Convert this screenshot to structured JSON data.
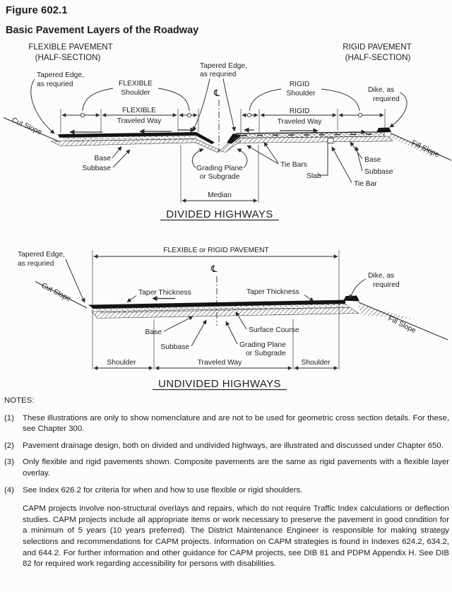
{
  "figure": {
    "label": "Figure 602.1",
    "title": "Basic Pavement Layers of the Roadway"
  },
  "divided": {
    "header_left_1": "FLEXIBLE PAVEMENT",
    "header_left_2": "(HALF-SECTION)",
    "header_right_1": "RIGID PAVEMENT",
    "header_right_2": "(HALF-SECTION)",
    "tapered_edge_left_1": "Tapered Edge,",
    "tapered_edge_left_2": "as requried",
    "tapered_edge_center_1": "Tapered Edge,",
    "tapered_edge_center_2": "as requried",
    "centerline_symbol": "℄",
    "flexible_shoulder_1": "FLEXIBLE",
    "flexible_shoulder_2": "Shoulder",
    "flexible_traveled_1": "FLEXIBLE",
    "flexible_traveled_2": "Traveled Way",
    "rigid_shoulder_1": "RIGID",
    "rigid_shoulder_2": "Shoulder",
    "rigid_traveled_1": "RIGID",
    "rigid_traveled_2": "Traveled Way",
    "dike_1": "Dike, as",
    "dike_2": "required",
    "cut_slope": "Cut Slope",
    "fill_slope": "Fill Slope",
    "base_left": "Base",
    "subbase_left": "Subbase",
    "grading_plane_1": "Grading Plane",
    "grading_plane_2": "or Subgrade",
    "tie_bars": "Tie Bars",
    "slab": "Slab",
    "base_right": "Base",
    "subbase_right": "Subbase",
    "tie_bar": "Tie Bar",
    "median": "Median",
    "title": "DIVIDED HIGHWAYS"
  },
  "undivided": {
    "tapered_edge_1": "Tapered Edge,",
    "tapered_edge_2": "as requried",
    "pavement_span": "FLEXIBLE or RIGID PAVEMENT",
    "centerline_symbol": "℄",
    "taper_thickness_left": "Taper Thickness",
    "taper_thickness_right": "Taper Thickness",
    "dike_1": "Dike, as",
    "dike_2": "required",
    "cut_slope": "Cut Slope",
    "fill_slope": "Fill Slope",
    "base": "Base",
    "subbase": "Subbase",
    "surface_course": "Surface Course",
    "grading_plane_1": "Grading Plane",
    "grading_plane_2": "or Subgrade",
    "shoulder_left": "Shoulder",
    "traveled_way": "Traveled Way",
    "shoulder_right": "Shoulder",
    "title": "UNDIVIDED HIGHWAYS"
  },
  "notes": {
    "heading": "NOTES:",
    "items": [
      {
        "num": "(1)",
        "text": "These illustrations are only to show nomenclature and are not to be used for geometric cross section details.  For these, see Chapter 300."
      },
      {
        "num": "(2)",
        "text": "Pavement drainage design, both on divided and undivided highways, are illustrated and discussed under Chapter 650."
      },
      {
        "num": "(3)",
        "text": "Only flexible and rigid pavements shown.  Composite pavements are the same as rigid pavements with a flexible layer overlay."
      },
      {
        "num": "(4)",
        "text": "See Index 626.2 for criteria for when and how to use flexible or rigid shoulders."
      }
    ],
    "capm_paragraph": "CAPM projects involve non-structural overlays and repairs, which do not require Traffic Index calculations or deflection studies.  CAPM projects include all appropriate items or work necessary to preserve the pavement in good condition for a minimum of 5 years (10 years preferred).  The District Maintenance Engineer is responsible for making strategy selections and recommendations for CAPM projects.  Information on CAPM strategies is found in Indexes 624.2, 634.2, and 644.2.  For further information and other guidance for CAPM projects, see DIB 81 and PDPM Appendix H.  See DIB 82 for required work regarding accessibility for persons with disabilities."
  },
  "colors": {
    "ink": "#1d1d1d",
    "background": "#fcfcfc"
  }
}
